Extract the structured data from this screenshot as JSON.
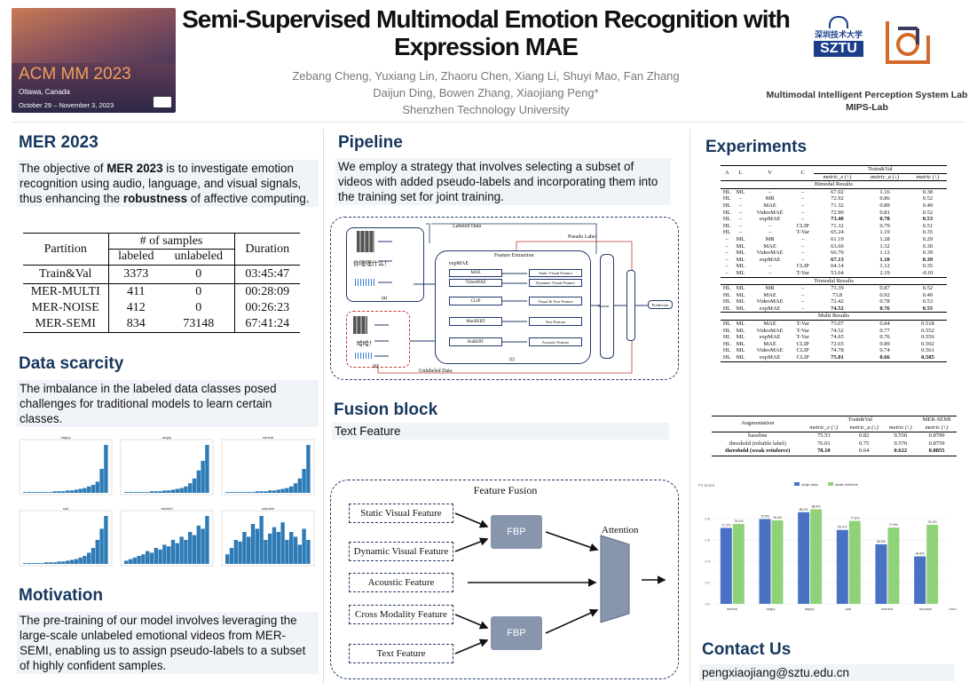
{
  "conference": {
    "name": "ACM MM 2023",
    "location": "Ottawa, Canada",
    "dates": "October 29 – November 3, 2023"
  },
  "title_line1": "Semi-Supervised Multimodal Emotion Recognition with",
  "title_line2": "Expression MAE",
  "authors1": "Zebang Cheng, Yuxiang Lin, Zhaoru Chen, Xiang Li, Shuyi Mao, Fan Zhang",
  "authors2": "Daijun Ding, Bowen Zhang, Xiaojiang Peng*",
  "affiliation": "Shenzhen Technology University",
  "university_logo": {
    "cn": "深圳技术大学",
    "en": "SZTU"
  },
  "lab": {
    "name": "Multimodal Intelligent Perception System Lab",
    "short": "MIPS-Lab"
  },
  "mer": {
    "heading": "MER 2023",
    "p1": "The objective of ",
    "b1": "MER 2023",
    "p2": " is to investigate emotion recognition using audio, language, and visual signals, thus enhancing the ",
    "b2": "robustness",
    "p3": " of affective computing.",
    "table": {
      "h_partition": "Partition",
      "h_samples": "# of samples",
      "h_labeled": "labeled",
      "h_unlabeled": "unlabeled",
      "h_duration": "Duration",
      "rows": [
        [
          "Train&Val",
          "3373",
          "0",
          "03:45:47"
        ],
        [
          "MER-MULTI",
          "411",
          "0",
          "00:28:09"
        ],
        [
          "MER-NOISE",
          "412",
          "0",
          "00:26:23"
        ],
        [
          "MER-SEMI",
          "834",
          "73148",
          "67:41:24"
        ]
      ]
    }
  },
  "scarcity": {
    "heading": "Data scarcity",
    "text": "The imbalance in the labeled data classes posed challenges for traditional models to learn certain classes.",
    "hist_titles": [
      "happy",
      "angry",
      "neutral",
      "sad",
      "worried",
      "surprise"
    ]
  },
  "motivation": {
    "heading": "Motivation",
    "text": "The pre-training of our model involves leveraging the large-scale unlabeled emotional videos from MER-SEMI, enabling us to assign pseudo-labels to a subset of highly confident samples."
  },
  "pipeline": {
    "heading": "Pipeline",
    "text": "We employ a strategy that involves selecting a subset of videos with added pseudo-labels and incorporating them into the training set for joint training.",
    "labeled_data": "Labeled Data",
    "pseudo_label": "Pseudo Label",
    "feature_extraction": "Feature Extraction",
    "unlabeled_data": "Unlabeled Data",
    "text_sample_a": "你嘿嘿什么！",
    "text_sample_b": "哈哈！",
    "caption_a": "(a)",
    "caption_b": "(b)",
    "caption_c": "(c)",
    "expmae": "expMAE",
    "mae": "MAE",
    "videomae": "VideoMAE",
    "clip": "CLIP",
    "macbert": "MacBERT",
    "hubert": "HuBERT",
    "static_visual": "Static Visual Feature",
    "dynamic_visual": "Dynamic Visual Feature",
    "visual_text": "Visual & Text Feature",
    "text_feature": "Text Feature",
    "acoustic_feature": "Acoustic Feature",
    "fusion": "Fusion",
    "prediction": "Prediction"
  },
  "fusion_block": {
    "heading": "Fusion block",
    "text": "Text Feature",
    "title": "Feature Fusion",
    "static": "Static Visual Feature",
    "dynamic": "Dynamic Visual Feature",
    "acoustic": "Acoustic Feature",
    "cross": "Cross Modality Feature",
    "fbp": "FBP",
    "attention": "Attention"
  },
  "experiments": {
    "heading": "Experiments",
    "col_a": "A",
    "col_l": "L",
    "col_v": "V",
    "col_c": "C",
    "trainval": "Train&Val",
    "m1": "metric_e (↑)",
    "m2": "metric_a (↓)",
    "m3": "metric (↑)",
    "sections": [
      {
        "title": "Bimodal Results",
        "rows": [
          [
            "HL",
            "ML",
            "–",
            "–",
            "67.02",
            "1.16",
            "0.38"
          ],
          [
            "HL",
            "–",
            "MR",
            "–",
            "72.92",
            "0.86",
            "0.52"
          ],
          [
            "HL",
            "–",
            "MAE",
            "–",
            "71.32",
            "0.89",
            "0.49"
          ],
          [
            "HL",
            "–",
            "VideoMAE",
            "–",
            "72.90",
            "0.81",
            "0.52"
          ],
          [
            "HL",
            "–",
            "expMAE",
            "–",
            "73.40",
            "0.78",
            "0.53"
          ],
          [
            "HL",
            "–",
            "–",
            "CLIP",
            "71.32",
            "0.79",
            "0.51"
          ],
          [
            "HL",
            "–",
            "–",
            "T-Var",
            "65.24",
            "1.19",
            "0.35"
          ],
          [
            "–",
            "ML",
            "MR",
            "–",
            "61.19",
            "1.28",
            "0.29"
          ],
          [
            "–",
            "ML",
            "MAE",
            "–",
            "63.66",
            "1.32",
            "0.30"
          ],
          [
            "–",
            "ML",
            "VideoMAE",
            "–",
            "66.70",
            "1.12",
            "0.39"
          ],
          [
            "–",
            "ML",
            "expMAE",
            "–",
            "67.13",
            "1.10",
            "0.39"
          ],
          [
            "–",
            "ML",
            "–",
            "CLIP",
            "64.14",
            "1.12",
            "0.35"
          ],
          [
            "–",
            "ML",
            "–",
            "T-Var",
            "53.64",
            "2.19",
            "-0.01"
          ]
        ]
      },
      {
        "title": "Trimodal Results",
        "rows": [
          [
            "HL",
            "ML",
            "MR",
            "–",
            "73.39",
            "0.87",
            "0.52"
          ],
          [
            "HL",
            "ML",
            "MAE",
            "–",
            "73.8",
            "0.92",
            "0.49"
          ],
          [
            "HL",
            "ML",
            "VideoMAE",
            "–",
            "72.42",
            "0.78",
            "0.53"
          ],
          [
            "HL",
            "ML",
            "expMAE",
            "–",
            "74.52",
            "0.76",
            "0.55"
          ]
        ]
      },
      {
        "title": "Multi Results",
        "rows": [
          [
            "HL",
            "ML",
            "MAE",
            "T-Var",
            "73.07",
            "0.84",
            "0.518"
          ],
          [
            "HL",
            "ML",
            "VideoMAE",
            "T-Var",
            "74.52",
            "0.77",
            "0.552"
          ],
          [
            "HL",
            "ML",
            "expMAE",
            "T-Var",
            "74.65",
            "0.76",
            "0.556"
          ],
          [
            "HL",
            "ML",
            "MAE",
            "CLIP",
            "72.65",
            "0.89",
            "0.502"
          ],
          [
            "HL",
            "ML",
            "VideoMAE",
            "CLIP",
            "74.78",
            "0.74",
            "0.561"
          ],
          [
            "HL",
            "ML",
            "expMAE",
            "CLIP",
            "75.01",
            "0.66",
            "0.585"
          ]
        ]
      }
    ],
    "aug": {
      "h_aug": "Augmentation",
      "h_tv": "Train&Val",
      "h_semi": "MER-SEMI",
      "rows": [
        [
          "baseline",
          "75.53",
          "0.82",
          "0.550",
          "0.8799"
        ],
        [
          "threshold (reliable label)",
          "76.01",
          "0.75",
          "0.570",
          "0.8759"
        ],
        [
          "threshold (weak reinforce)",
          "78.10",
          "0.64",
          "0.622",
          "0.8855"
        ]
      ]
    }
  },
  "chart_data": {
    "type": "bar",
    "title": "",
    "ylabel": "F1 Score",
    "xlabel": "class",
    "categories": [
      "neutral",
      "angry",
      "happy",
      "sad",
      "worried",
      "surprise"
    ],
    "series": [
      {
        "name": "origin data",
        "values": [
          71.3,
          79.6,
          86.0,
          69.4,
          55.9,
          44.6
        ],
        "labels": [
          "71.3%",
          "79.6%",
          "86.0%",
          "69.4%",
          "55.9%",
          "44.6%"
        ],
        "color": "#4a72c4"
      },
      {
        "name": "weak reinforce",
        "values": [
          75.0,
          78.4,
          88.8,
          77.8,
          71.6,
          74.2
        ],
        "labels": [
          "75.0%",
          "78.4%",
          "88.8%",
          "77.8%",
          "71.6%",
          "74.2%"
        ],
        "color": "#8fd27a"
      }
    ],
    "ylim": [
      0,
      100
    ],
    "yticks": [
      "0.0",
      "0.2",
      "0.4",
      "0.6",
      "0.8"
    ],
    "grid": true,
    "legend": "top"
  },
  "contact": {
    "heading": "Contact Us",
    "email": "pengxiaojiang@sztu.edu.cn"
  }
}
